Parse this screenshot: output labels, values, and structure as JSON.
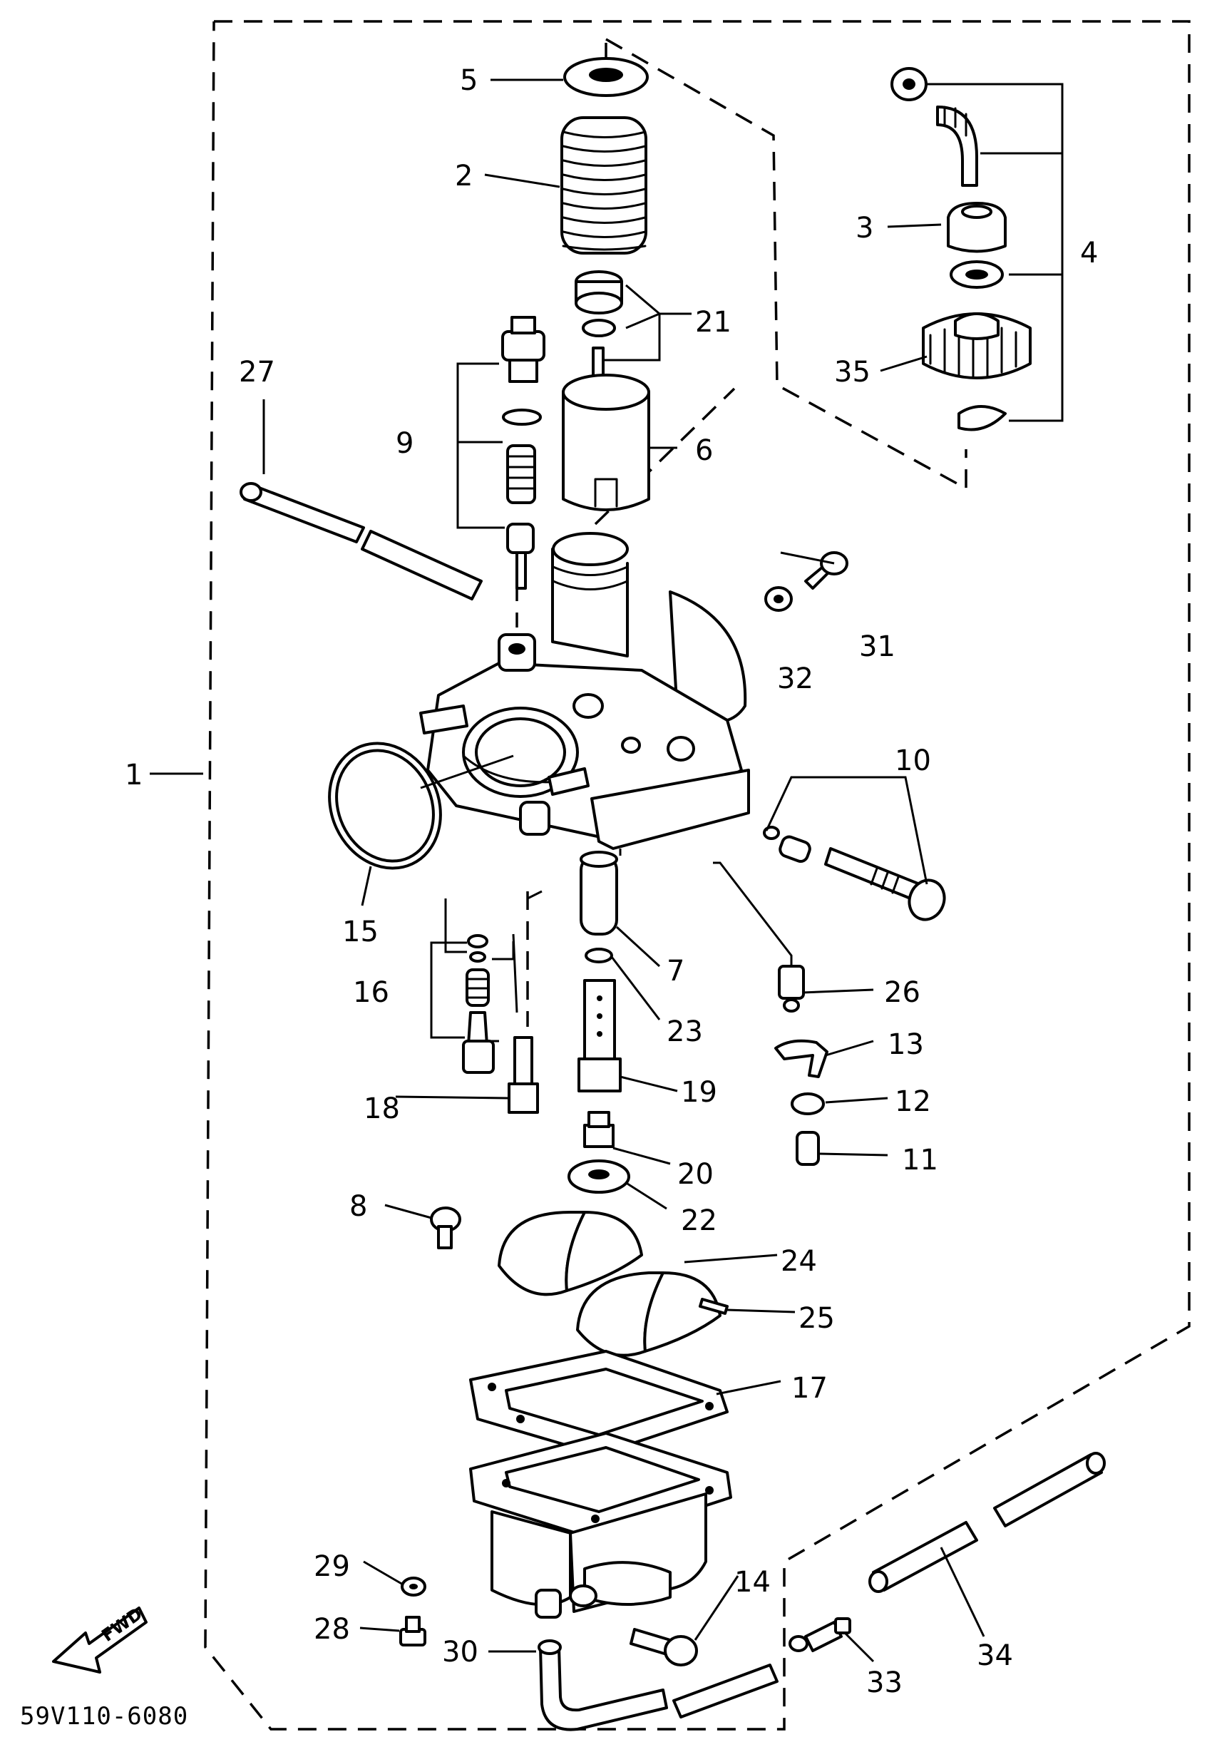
{
  "diagram_code": "59V110-6080",
  "fwd_label": "FWD",
  "callouts": [
    "1",
    "2",
    "3",
    "4",
    "5",
    "6",
    "7",
    "8",
    "9",
    "10",
    "11",
    "12",
    "13",
    "14",
    "15",
    "16",
    "17",
    "18",
    "19",
    "20",
    "21",
    "22",
    "23",
    "24",
    "25",
    "26",
    "27",
    "28",
    "29",
    "30",
    "31",
    "32",
    "33",
    "34",
    "35"
  ]
}
